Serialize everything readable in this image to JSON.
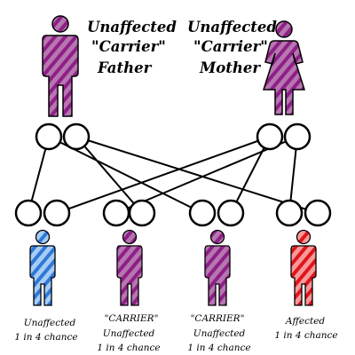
{
  "colors": {
    "carrier_purple": "#8e1f86",
    "carrier_stripe": "#b676b0",
    "unaffected_blue": "#2f78d8",
    "unaffected_stripe": "#a7cdf4",
    "affected_red": "#e0141c",
    "affected_stripe": "#f79a9a",
    "line": "#000000",
    "circle_fill": "#ffffff"
  },
  "parents": {
    "father": {
      "icon": "male-figure-icon",
      "label_lines": [
        "Unaffected",
        "\"Carrier\"",
        "Father"
      ]
    },
    "mother": {
      "icon": "female-figure-icon",
      "label_lines": [
        "Unaffected",
        "\"Carrier\"",
        "Mother"
      ]
    }
  },
  "children": [
    {
      "status": "unaffected",
      "icon": "child-figure-icon",
      "label_lines": [
        "Unaffected",
        "1 in 4 chance"
      ]
    },
    {
      "status": "carrier",
      "icon": "child-figure-icon",
      "label_lines": [
        "\"CARRIER\"",
        "Unaffected",
        "1 in 4 chance"
      ]
    },
    {
      "status": "carrier",
      "icon": "child-figure-icon",
      "label_lines": [
        "\"CARRIER\"",
        "Unaffected",
        "1 in 4 chance"
      ]
    },
    {
      "status": "affected",
      "icon": "child-figure-icon",
      "label_lines": [
        "Affected",
        "1 in 4 chance"
      ]
    }
  ]
}
